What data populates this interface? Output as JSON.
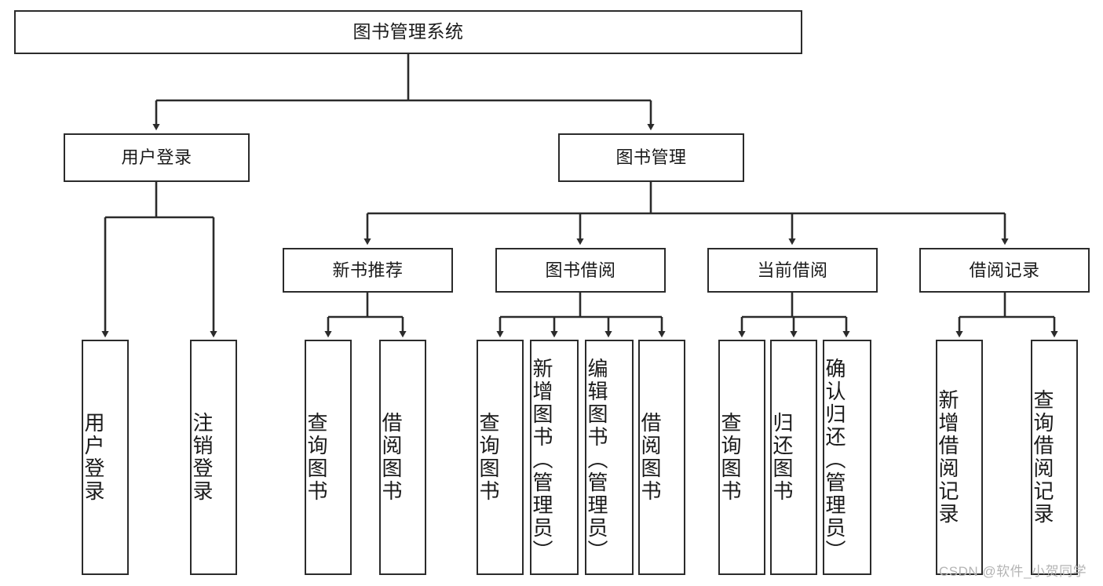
{
  "diagram": {
    "title": "图书管理系统",
    "type": "hierarchy-tree",
    "root": {
      "id": "root",
      "label": "图书管理系统"
    },
    "level1": [
      {
        "id": "user-login",
        "label": "用户登录"
      },
      {
        "id": "book-manage",
        "label": "图书管理"
      }
    ],
    "level2": [
      {
        "id": "new-book-recommend",
        "label": "新书推荐",
        "parent": "book-manage"
      },
      {
        "id": "book-borrow",
        "label": "图书借阅",
        "parent": "book-manage"
      },
      {
        "id": "current-borrow",
        "label": "当前借阅",
        "parent": "book-manage"
      },
      {
        "id": "borrow-record",
        "label": "借阅记录",
        "parent": "book-manage"
      }
    ],
    "leaves": {
      "user-login": [
        {
          "id": "leaf-user-login",
          "label": "用户登录"
        },
        {
          "id": "leaf-logout-login",
          "label": "注销登录"
        }
      ],
      "new-book-recommend": [
        {
          "id": "leaf-query-book-1",
          "label": "查询图书"
        },
        {
          "id": "leaf-borrow-book-1",
          "label": "借阅图书"
        }
      ],
      "book-borrow": [
        {
          "id": "leaf-query-book-2",
          "label": "查询图书"
        },
        {
          "id": "leaf-add-book-admin",
          "label": "新增图书（管理员）"
        },
        {
          "id": "leaf-edit-book-admin",
          "label": "编辑图书（管理员）"
        },
        {
          "id": "leaf-borrow-book-2",
          "label": "借阅图书"
        }
      ],
      "current-borrow": [
        {
          "id": "leaf-query-book-3",
          "label": "查询图书"
        },
        {
          "id": "leaf-return-book",
          "label": "归还图书"
        },
        {
          "id": "leaf-confirm-return-admin",
          "label": "确认归还（管理员）"
        }
      ],
      "borrow-record": [
        {
          "id": "leaf-add-borrow-record",
          "label": "新增借阅记录"
        },
        {
          "id": "leaf-query-borrow-record",
          "label": "查询借阅记录"
        }
      ]
    }
  },
  "watermark": {
    "text": "CSDN @软件_小贺同学"
  },
  "colors": {
    "border": "#2b2b2b",
    "background": "#ffffff",
    "text": "#1a1a1a",
    "watermark": "#b4b4b4"
  }
}
